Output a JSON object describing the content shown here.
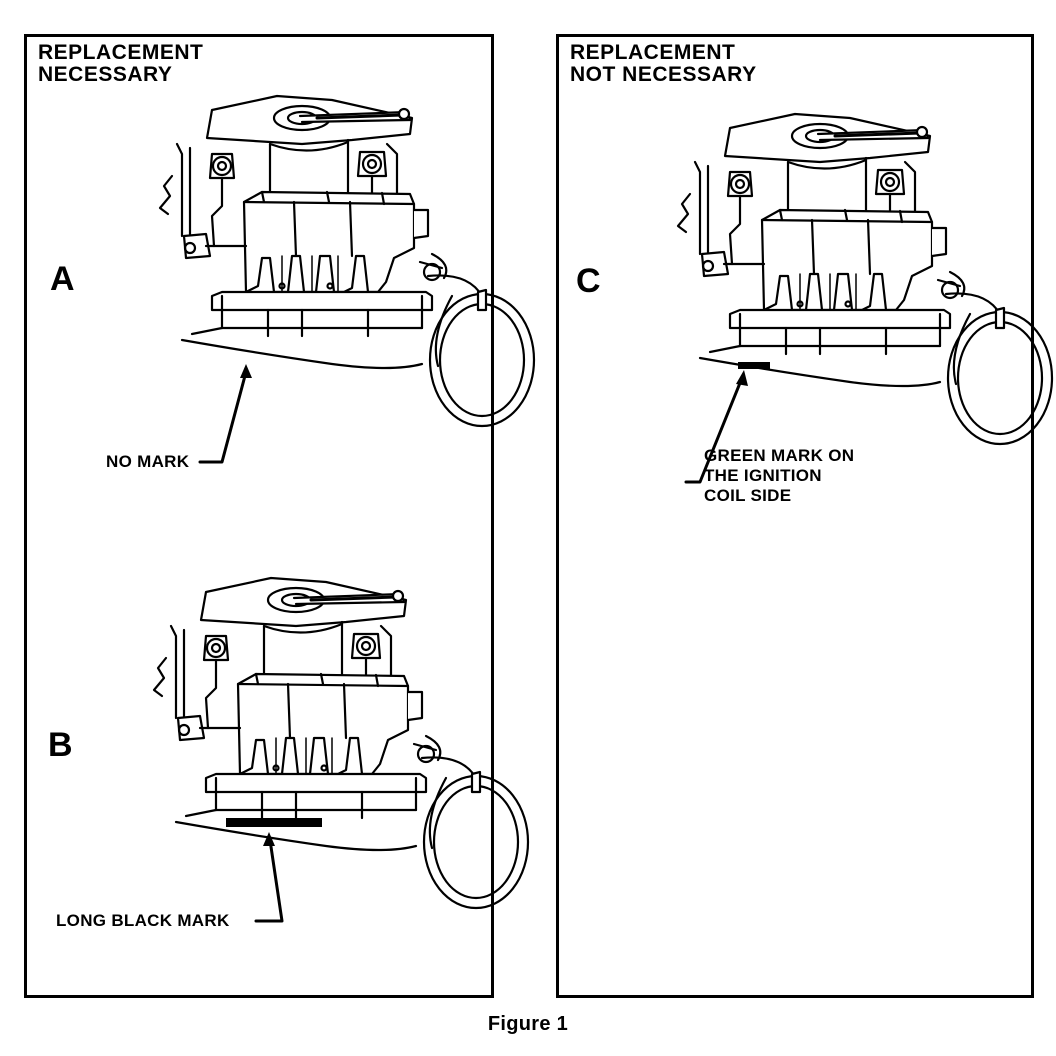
{
  "panels": {
    "left": {
      "heading": [
        "REPLACEMENT",
        "NECESSARY"
      ],
      "items": {
        "a": {
          "letter": "A",
          "callout": [
            "NO MARK"
          ]
        },
        "b": {
          "letter": "B",
          "callout": [
            "LONG BLACK MARK"
          ]
        }
      }
    },
    "right": {
      "heading": [
        "REPLACEMENT",
        "NOT NECESSARY"
      ],
      "items": {
        "c": {
          "letter": "C",
          "callout": [
            "GREEN MARK ON",
            "THE IGNITION",
            "COIL SIDE"
          ]
        }
      }
    }
  },
  "caption": "Figure 1"
}
